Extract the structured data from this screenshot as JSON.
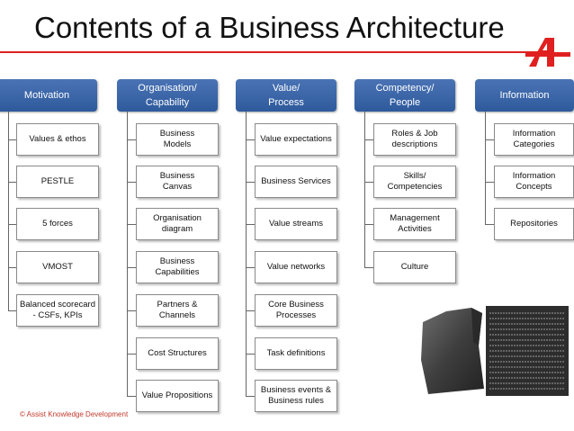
{
  "title": "Contents of a Business Architecture",
  "footer": "© Assist Knowledge Development",
  "colors": {
    "header": "#3a64a8",
    "accent": "#e02020"
  },
  "columns": [
    {
      "header": [
        "Motivation"
      ],
      "items": [
        "Values & ethos",
        "PESTLE",
        "5 forces",
        "VMOST",
        "Balanced scorecard\n- CSFs, KPIs"
      ]
    },
    {
      "header": [
        "Organisation/",
        "Capability"
      ],
      "items": [
        "Business\nModels",
        "Business\nCanvas",
        "Organisation\ndiagram",
        "Business\nCapabilities",
        "Partners &\nChannels",
        "Cost Structures",
        "Value Propositions"
      ]
    },
    {
      "header": [
        "Value/",
        "Process"
      ],
      "items": [
        "Value expectations",
        "Business Services",
        "Value streams",
        "Value networks",
        "Core Business\nProcesses",
        "Task definitions",
        "Business events &\nBusiness rules"
      ]
    },
    {
      "header": [
        "Competency/",
        "People"
      ],
      "items": [
        "Roles & Job\ndescriptions",
        "Skills/\nCompetencies",
        "Management\nActivities",
        "Culture"
      ]
    },
    {
      "header": [
        "Information"
      ],
      "items": [
        "Information\nCategories",
        "Information\nConcepts",
        "Repositories"
      ]
    }
  ]
}
